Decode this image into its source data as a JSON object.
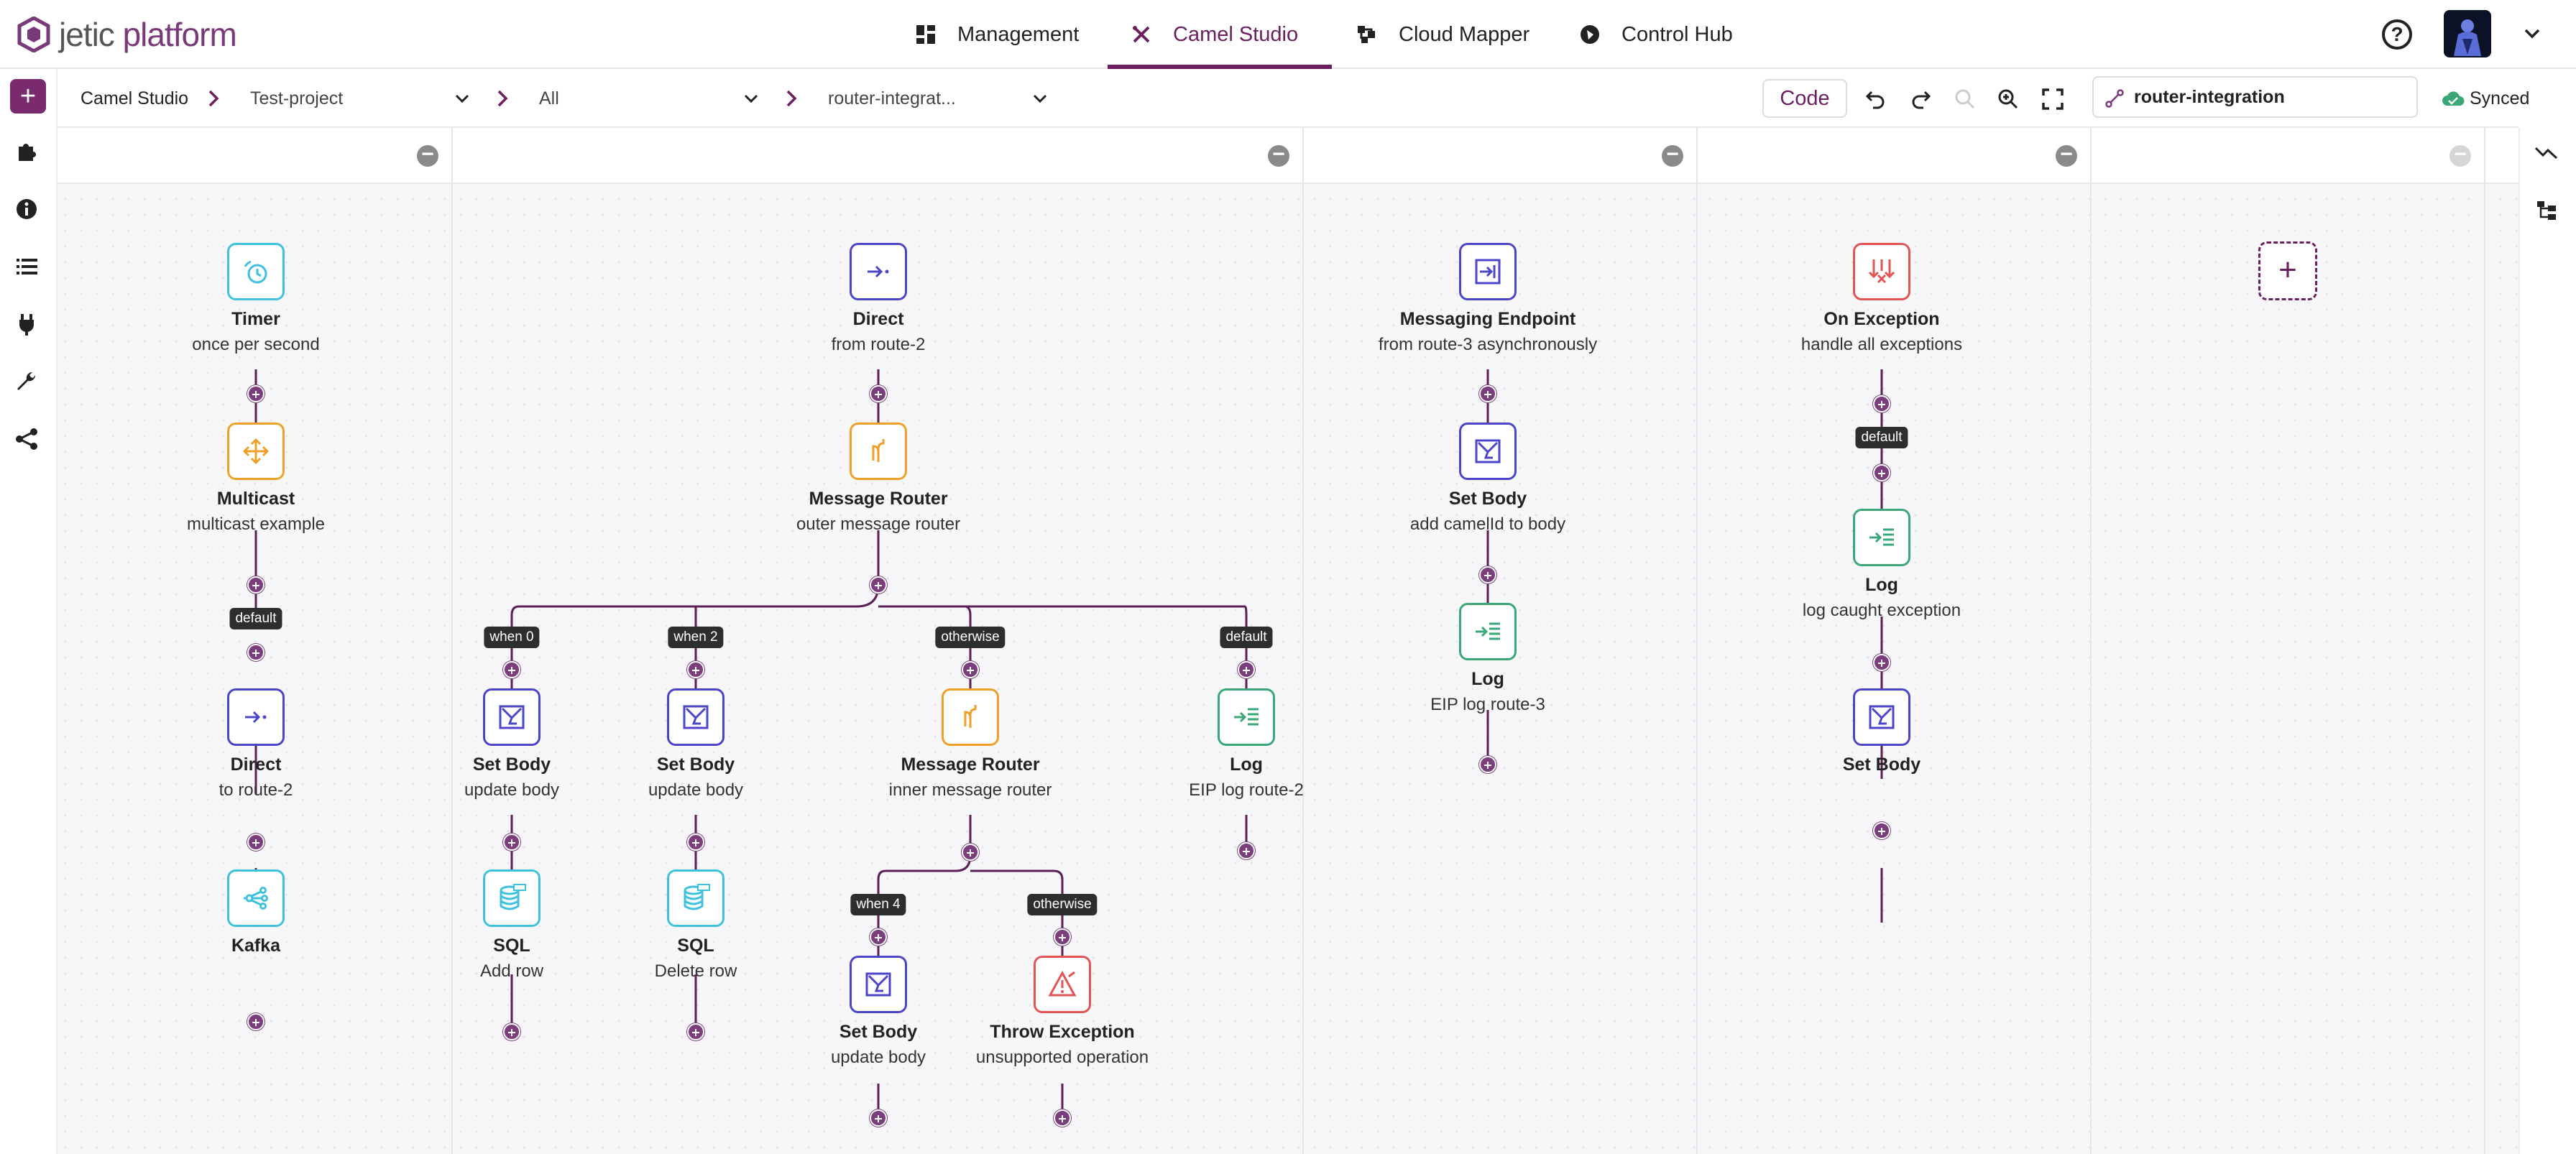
{
  "app": {
    "logo_word1": "jetic",
    "logo_word2": "platform"
  },
  "nav": {
    "tabs": [
      {
        "label": "Management",
        "icon": "dashboard-icon"
      },
      {
        "label": "Camel Studio",
        "icon": "camel-tools-icon",
        "active": true
      },
      {
        "label": "Cloud Mapper",
        "icon": "cloud-mapper-icon"
      },
      {
        "label": "Control Hub",
        "icon": "control-hub-icon"
      }
    ]
  },
  "header": {
    "help": "?"
  },
  "sidebar": {
    "add": "+",
    "items": [
      "integrations-icon",
      "info-icon",
      "list-icon",
      "plug-icon",
      "wrench-icon",
      "share-icon"
    ]
  },
  "toolbar": {
    "root": "Camel Studio",
    "project": "Test-project",
    "filter": "All",
    "integration": "router-integrat...",
    "code": "Code",
    "route_name": "router-integration",
    "status": "Synced"
  },
  "colors": {
    "accent": "#6b1f5e",
    "cyan": "#3ec1dd",
    "orange": "#f0a02a",
    "indigo": "#4b46c8",
    "green": "#3aa876",
    "red": "#e25555"
  },
  "routes": [
    {
      "nodes": [
        {
          "title": "Timer",
          "sub": "once per second",
          "icon": "timer-icon"
        },
        {
          "title": "Multicast",
          "sub": "multicast example",
          "icon": "multicast-icon"
        },
        {
          "branch": "default"
        },
        {
          "title": "Direct",
          "sub": "to route-2",
          "icon": "direct-icon"
        },
        {
          "title": "Kafka",
          "sub": "",
          "icon": "kafka-icon"
        }
      ]
    },
    {
      "nodes": [
        {
          "title": "Direct",
          "sub": "from route-2",
          "icon": "direct-icon"
        },
        {
          "title": "Message Router",
          "sub": "outer message router",
          "icon": "router-icon"
        },
        {
          "branches": [
            "when 0",
            "when 2",
            "otherwise",
            "default"
          ]
        },
        {
          "title": "Set Body",
          "sub": "update body",
          "icon": "setbody-icon"
        },
        {
          "title": "SQL",
          "sub": "Add row",
          "icon": "sql-icon"
        },
        {
          "title": "Set Body",
          "sub": "update body",
          "icon": "setbody-icon"
        },
        {
          "title": "SQL",
          "sub": "Delete row",
          "icon": "sql-icon"
        },
        {
          "title": "Message Router",
          "sub": "inner message router",
          "icon": "router-icon"
        },
        {
          "branches": [
            "when 4",
            "otherwise"
          ]
        },
        {
          "title": "Set Body",
          "sub": "update body",
          "icon": "setbody-icon"
        },
        {
          "title": "Throw Exception",
          "sub": "unsupported operation",
          "icon": "throw-icon"
        },
        {
          "title": "Log",
          "sub": "EIP log route-2",
          "icon": "log-icon"
        }
      ]
    },
    {
      "nodes": [
        {
          "title": "Messaging Endpoint",
          "sub": "from route-3 asynchronously",
          "icon": "endpoint-icon"
        },
        {
          "title": "Set Body",
          "sub": "add camelId to body",
          "icon": "setbody-icon"
        },
        {
          "title": "Log",
          "sub": "EIP log route-3",
          "icon": "log-icon"
        }
      ]
    },
    {
      "nodes": [
        {
          "title": "On Exception",
          "sub": "handle all exceptions",
          "icon": "exception-icon"
        },
        {
          "branch": "default"
        },
        {
          "title": "Log",
          "sub": "log caught exception",
          "icon": "log-icon"
        },
        {
          "title": "Set Body",
          "sub": "",
          "icon": "setbody-icon"
        }
      ]
    }
  ],
  "new_route": {
    "label": "+"
  }
}
